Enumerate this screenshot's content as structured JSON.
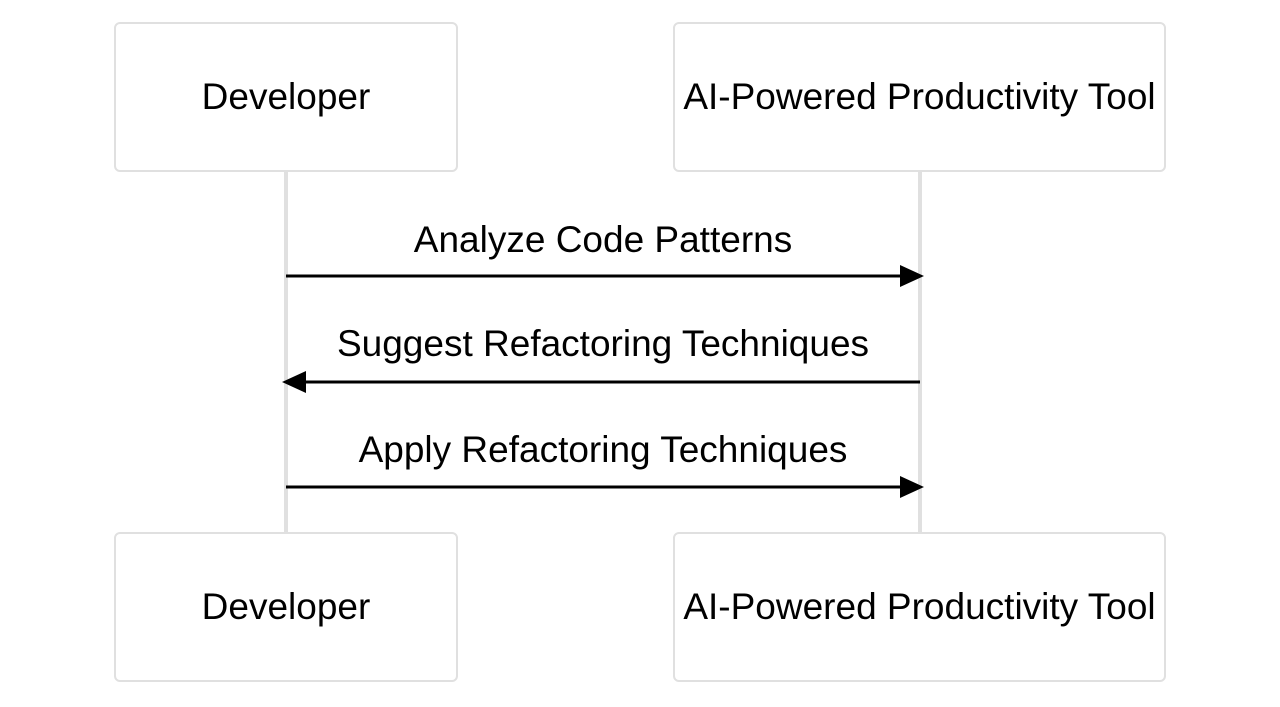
{
  "participants": {
    "developer": "Developer",
    "ai_tool": "AI-Powered Productivity Tool"
  },
  "messages": [
    {
      "from": "Developer",
      "to": "AI-Powered Productivity Tool",
      "label": "Analyze Code Patterns"
    },
    {
      "from": "AI-Powered Productivity Tool",
      "to": "Developer",
      "label": "Suggest Refactoring Techniques"
    },
    {
      "from": "Developer",
      "to": "AI-Powered Productivity Tool",
      "label": "Apply Refactoring Techniques"
    }
  ],
  "colors": {
    "box_border": "#e0e0e0",
    "lifeline": "#e0e0e0",
    "arrow": "#000000"
  }
}
